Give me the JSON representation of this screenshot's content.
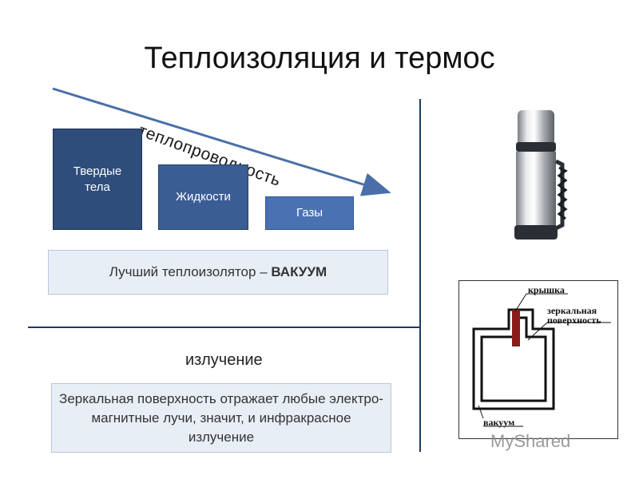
{
  "title": "Теплоизоляция и термос",
  "conductivity_label": "теплопроводность",
  "states": {
    "solid": "Твердые тела",
    "liquid": "Жидкости",
    "gas": "Газы"
  },
  "best_insulator": {
    "text": "Лучший теплоизолятор – ",
    "bold": "ВАКУУМ"
  },
  "radiation_label": "излучение",
  "mirror_note": "Зеркальная поверхность отражает любые электро-магнитные лучи, значит, и инфракрасное излучение",
  "thermos_diagram": {
    "lid_label": "крышка",
    "mirror_label_line1": "зеркальная",
    "mirror_label_line2": "поверхность",
    "vacuum_label": "вакуум"
  },
  "watermark": "MyShared",
  "colors": {
    "solid": "#2f4d7a",
    "liquid": "#3a5d94",
    "gas": "#4a72b3",
    "arrow": "#4a6fa8",
    "note_bg": "#e8eef6",
    "lid": "#8b1a1a"
  }
}
